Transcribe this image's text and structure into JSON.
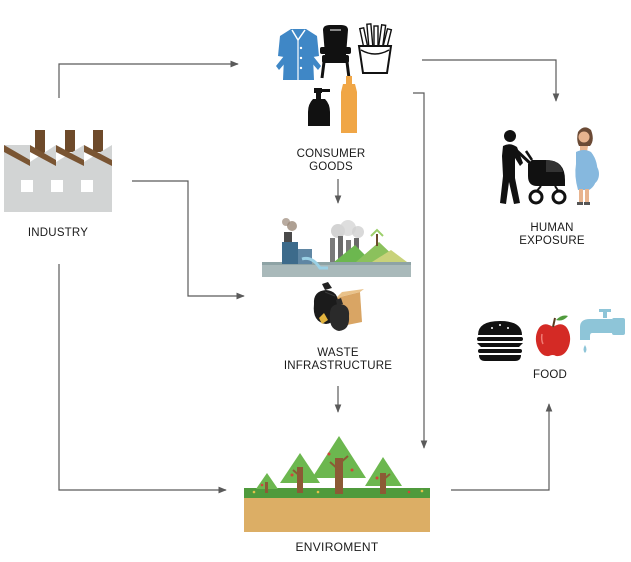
{
  "nodes": {
    "industry": {
      "label": "INDUSTRY",
      "icon": "factory-icon"
    },
    "consumer_goods": {
      "line1": "CONSUMER",
      "line2": "GOODS",
      "icons": [
        "coat-icon",
        "chair-icon",
        "fries-icon",
        "soap-dispenser-icon",
        "bottle-icon"
      ]
    },
    "waste": {
      "line1": "WASTE",
      "line2": "INFRASTRUCTURE",
      "icons": [
        "landfill-icon",
        "garbage-bags-icon"
      ]
    },
    "environment": {
      "label": "ENVIROMENT",
      "icon": "forest-icon"
    },
    "human_exposure": {
      "line1": "HUMAN",
      "line2": "EXPOSURE",
      "icons": [
        "parent-stroller-icon",
        "pregnant-woman-icon"
      ]
    },
    "food": {
      "label": "FOOD",
      "icons": [
        "burger-icon",
        "apple-icon",
        "faucet-icon"
      ]
    }
  },
  "colors": {
    "factory": "#d2d4d4",
    "factory_chimney": "#6e4a2a",
    "coat": "#3f87c6",
    "bottle": "#f0a646",
    "tree": "#6cb74f",
    "trunk": "#8c5a35",
    "grass": "#4f9a3c",
    "soil": "#dcae65",
    "apple": "#d42a25",
    "water": "#8ec5d8",
    "arrow": "#5a5a5a"
  }
}
